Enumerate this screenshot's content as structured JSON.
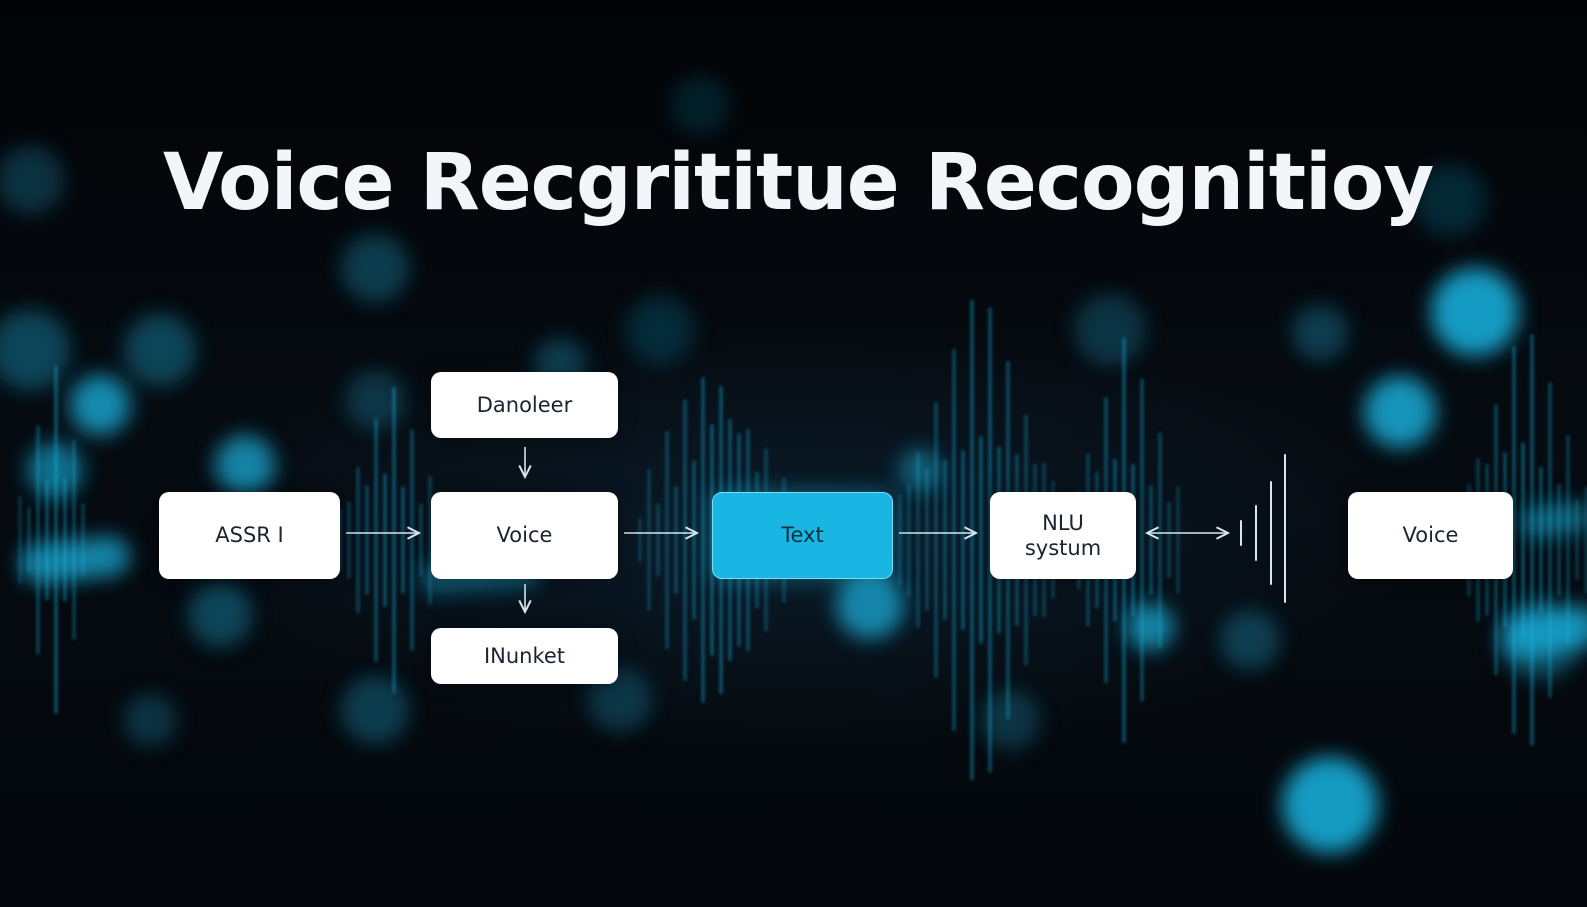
{
  "diagram": {
    "title": "Voice Recgrititue Recognitioy",
    "nodes": {
      "asr": {
        "label": "ASSR I"
      },
      "danoleer": {
        "label": "Danoleer"
      },
      "voice_center": {
        "label": "Voice"
      },
      "inunket": {
        "label": "INunket"
      },
      "text": {
        "label": "Text"
      },
      "nlu": {
        "label_line1": "NLU",
        "label_line2": "systum"
      },
      "voice_out": {
        "label": "Voice"
      }
    },
    "edges": [
      {
        "from": "asr",
        "to": "voice_center",
        "direction": "forward"
      },
      {
        "from": "danoleer",
        "to": "voice_center",
        "direction": "forward"
      },
      {
        "from": "voice_center",
        "to": "inunket",
        "direction": "forward"
      },
      {
        "from": "voice_center",
        "to": "text",
        "direction": "forward"
      },
      {
        "from": "text",
        "to": "nlu",
        "direction": "forward"
      },
      {
        "from": "nlu",
        "to": "soundwave",
        "direction": "bidirectional"
      }
    ],
    "colors": {
      "accent": "#19b5e3",
      "node_fill": "#ffffff",
      "background": "#05080c",
      "arrow": "#d9e6ee",
      "title": "#f3f6f8"
    }
  }
}
